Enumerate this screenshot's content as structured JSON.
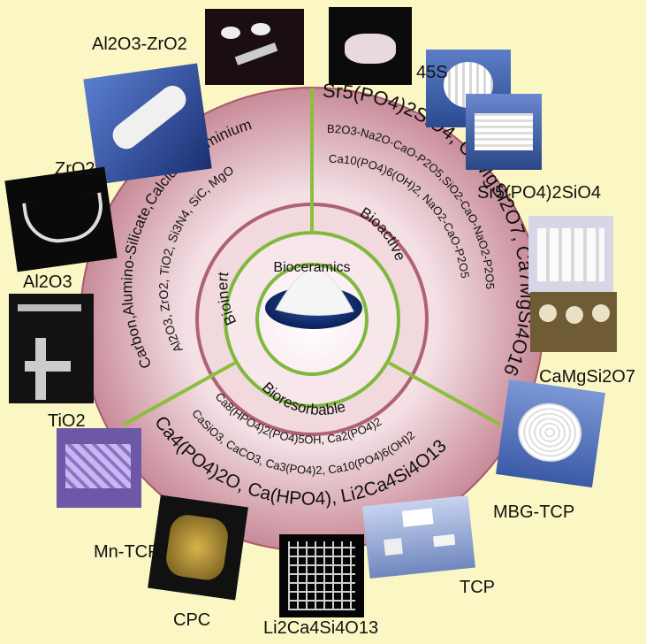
{
  "center": {
    "title": "Bioceramics"
  },
  "sections": {
    "bioinert": {
      "label": "Bioinert",
      "line1": "Carbon,Alumino-Silicate,Calcium-Aluminium",
      "line2": "Al2O3, ZrO2, TiO2, Si3N4, SiC, MgO"
    },
    "bioactive": {
      "label": "Bioactive",
      "line1": "Sr5(PO4)2SiO4, CaMgSi2O7, Ca7MgSi4O16",
      "line2": "B2O3-Na2O-CaO-P2O5,SiO2-CaO-NaO2-P2O5",
      "line3": "Ca10(PO4)6(OH)2, NaO2-CaO-P2O5"
    },
    "bioresorbable": {
      "label": "Bioresorbable",
      "line1": "Ca4(PO4)2O, Ca(HPO4), Li2Ca4Si4O13",
      "line2": "CaSiO3, CaCO3, Ca3(PO4)2, Ca10(PO4)6(OH)2",
      "line3": "Ca8(HPO4)2(PO4)5OH, Ca2(PO4)2"
    }
  },
  "materials": [
    "Al2O3-ZrO2",
    "45S",
    "ZrO2",
    "Sr5(PO4)2SiO4",
    "Al2O3",
    "CaMgSi2O7",
    "TiO2",
    "MBG-TCP",
    "Mn-TCP",
    "TCP",
    "CPC",
    "Li2Ca4Si4O13"
  ],
  "colors": {
    "background": "#fbf7c4",
    "ring_pink": "#e9c4cd",
    "ring_dark": "#b56d7e",
    "divider_green": "#8bbf3a",
    "inner_circle_green": "#8fc24b"
  },
  "icons": {
    "center": "powder-pile-image",
    "photos": [
      "dental-implant-photo",
      "powder-photo",
      "scaffold-photo",
      "x-ray-photo",
      "bone-plate-photo"
    ]
  }
}
